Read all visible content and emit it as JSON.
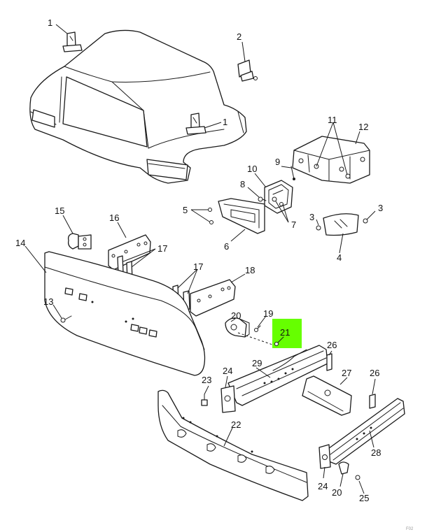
{
  "highlight_color": "#66ff00",
  "callouts": {
    "c1a": "1",
    "c1b": "1",
    "c2": "2",
    "c3a": "3",
    "c3b": "3",
    "c4": "4",
    "c5": "5",
    "c6": "6",
    "c7": "7",
    "c8": "8",
    "c9": "9",
    "c10": "10",
    "c11": "11",
    "c12": "12",
    "c13": "13",
    "c14": "14",
    "c15": "15",
    "c16": "16",
    "c17a": "17",
    "c17b": "17",
    "c18": "18",
    "c19": "19",
    "c20a": "20",
    "c20b": "20",
    "c21": "21",
    "c22": "22",
    "c23": "23",
    "c24a": "24",
    "c24b": "24",
    "c25": "25",
    "c26a": "26",
    "c26b": "26",
    "c27": "27",
    "c28": "28",
    "c29": "29"
  },
  "corner_mark": "F02"
}
